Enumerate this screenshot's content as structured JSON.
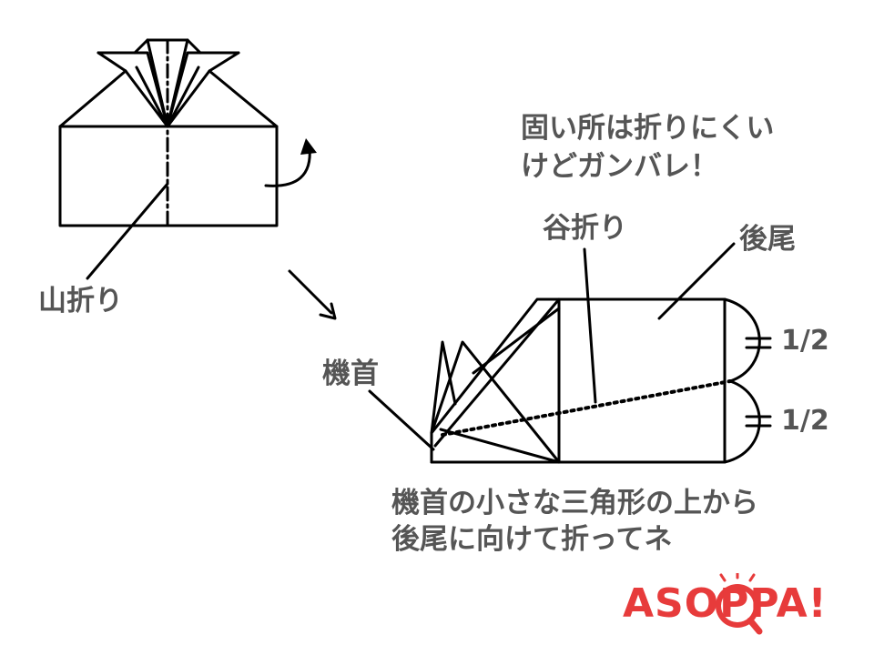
{
  "labels": {
    "mountain_fold": "山折り",
    "valley_fold": "谷折り",
    "tail": "後尾",
    "nose": "機首",
    "half_top": "1/2",
    "half_bottom": "1/2",
    "tip_line1": "固い所は折りにくい",
    "tip_line2": "けどガンバレ！",
    "instruction_line1": "機首の小さな三角形の上から",
    "instruction_line2": "後尾に向けて折ってネ"
  },
  "logo": {
    "text": "ASOPPA!",
    "color": "#e73b3b"
  },
  "colors": {
    "line": "#000000",
    "text": "#555555",
    "background": "#ffffff"
  }
}
